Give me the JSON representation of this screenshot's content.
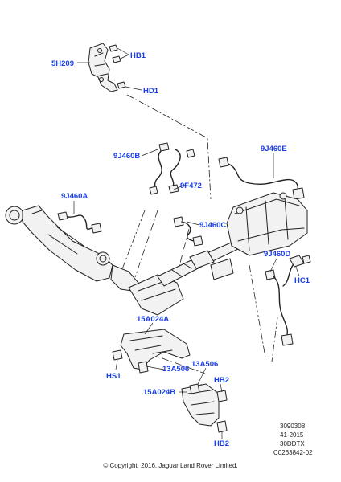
{
  "callouts": {
    "5H209": "5H209",
    "HB1": "HB1",
    "HD1": "HD1",
    "9J460B": "9J460B",
    "9F472": "9F472",
    "9J460E": "9J460E",
    "9J460A": "9J460A",
    "9J460C": "9J460C",
    "9J460D": "9J460D",
    "HC1": "HC1",
    "15A024A": "15A024A",
    "HS1": "HS1",
    "13A506_a": "13A506",
    "13A506_b": "13A506",
    "HB2_a": "HB2",
    "15A024B": "15A024B",
    "HB2_b": "HB2"
  },
  "reference": {
    "line1": "3090308",
    "line2": "41-2015",
    "line3": "30DDTX",
    "line4": "C0263842-02"
  },
  "copyright": "© Copyright, 2016. Jaguar Land Rover Limited.",
  "colors": {
    "callout": "#1a3ee6",
    "line": "#222222"
  }
}
